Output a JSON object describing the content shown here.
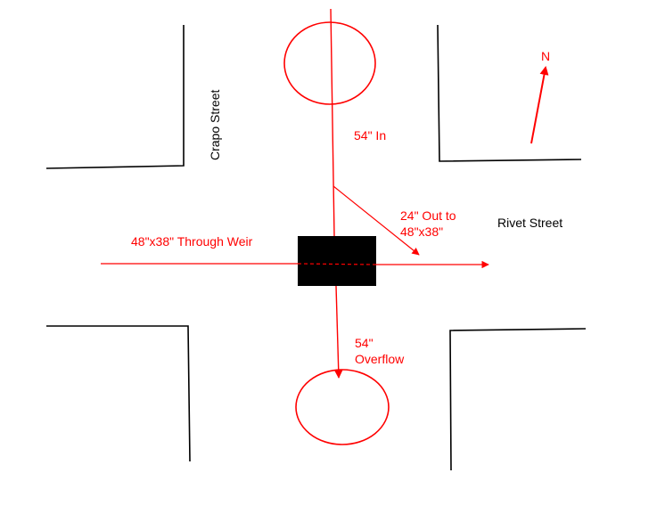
{
  "streets": {
    "crapo": "Crapo Street",
    "rivet": "Rivet Street"
  },
  "compass": {
    "north_label": "N"
  },
  "flows": {
    "in_54": "54\" In",
    "through_weir": "48\"x38\" Through Weir",
    "out_24_line1": "24\" Out to",
    "out_24_line2": "48\"x38\"",
    "overflow_line1": "54\"",
    "overflow_line2": "Overflow"
  },
  "colors": {
    "flow": "#ff0000",
    "outline": "#000000",
    "structure": "#000000",
    "background": "#ffffff"
  }
}
